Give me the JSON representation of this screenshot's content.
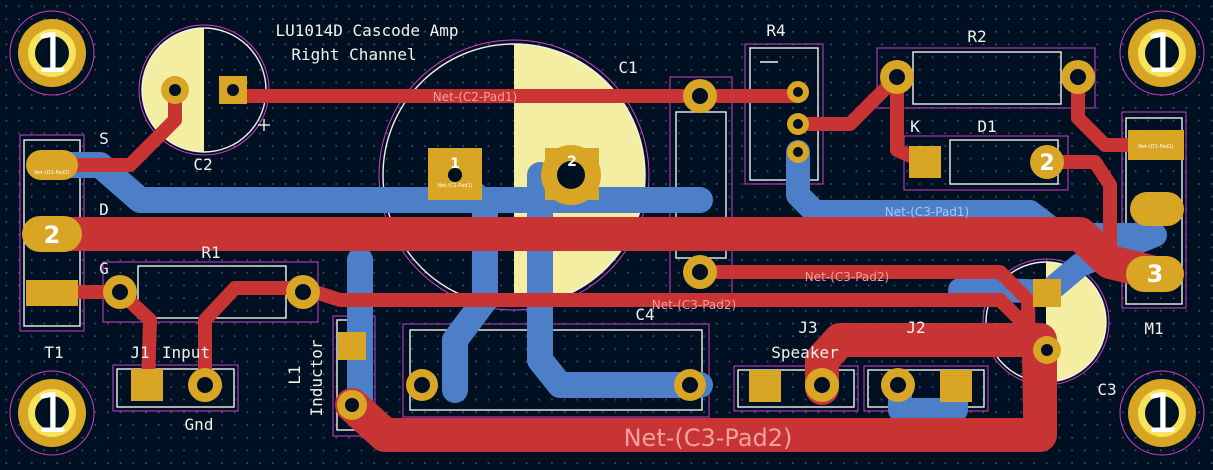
{
  "title": {
    "line1": "LU1014D Cascode Amp",
    "line2": "Right Channel"
  },
  "components": {
    "C1": "C1",
    "C2": "C2",
    "C3": "C3",
    "C4": "C4",
    "R1": "R1",
    "R2": "R2",
    "R4": "R4",
    "D1": "D1",
    "K": "K",
    "T1": "T1",
    "M1": "M1",
    "L1": "L1",
    "L1_value": "Inductor",
    "J1": "J1",
    "J1_value": "Input",
    "J1_pin2": "Gnd",
    "J2": "J2",
    "J3": "J3",
    "J3_value": "Speaker",
    "T1_S": "S",
    "T1_D": "D",
    "T1_G": "G"
  },
  "pad_numbers": {
    "one": "1",
    "two": "2",
    "three": "3"
  },
  "mount_label": "1",
  "nets": {
    "c2pad1": "Net-(C2-Pad1)",
    "c3pad1": "Net-(C3-Pad1)",
    "c3pad2": "Net-(C3-Pad2)"
  },
  "pad_net_tiny": {
    "t1": "Net-(D1-Pad1)",
    "c1": "Net-(C1-Pad1)",
    "m1": "Net-(D1-Pad1)"
  },
  "colors": {
    "board": "#001023",
    "front_copper": "#c83434",
    "back_copper": "#4d7fc8",
    "pad": "#d8a524",
    "silkscreen": "#f2f2ea",
    "fab": "#f3eea2",
    "courtyard": "#d040c8"
  }
}
